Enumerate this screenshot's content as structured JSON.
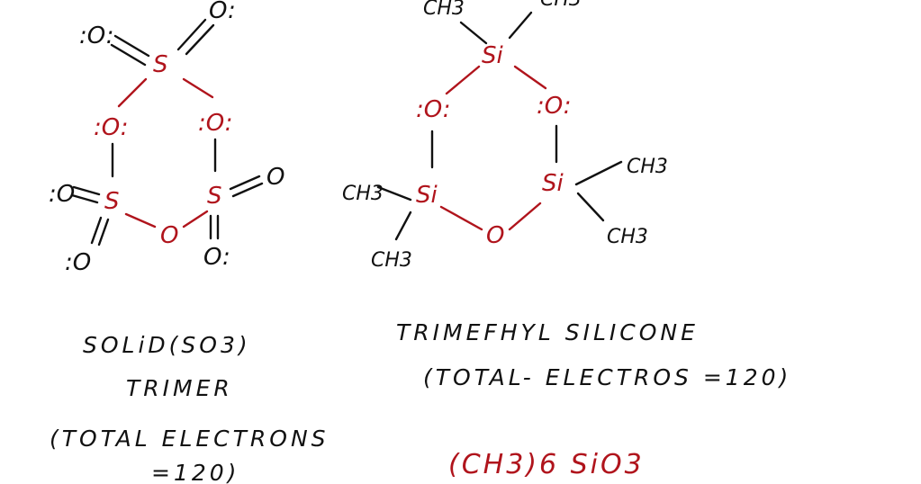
{
  "so3_trimer": {
    "atoms": {
      "sulfur": "S",
      "oxygen": "O",
      "o_lone": ":O:",
      "o_left": ":O",
      "o_right": "O:"
    },
    "label_line1": "SOLiD(SO3)",
    "label_line2": "TRIMER",
    "label_line3": "(TOTAL ELECTRONS",
    "label_line4": "=120)"
  },
  "silicone": {
    "atoms": {
      "silicon": "Si",
      "oxygen": ":O:",
      "o_bottom": "O",
      "methyl": "CH3"
    },
    "label_line1": "TRIMEFHYL SILICONE",
    "label_line2": "(TOTAL- ELECTROS =120)",
    "formula": "(CH3)6 SiO3"
  },
  "colors": {
    "atoms": "#b0141c",
    "text": "#111111"
  }
}
